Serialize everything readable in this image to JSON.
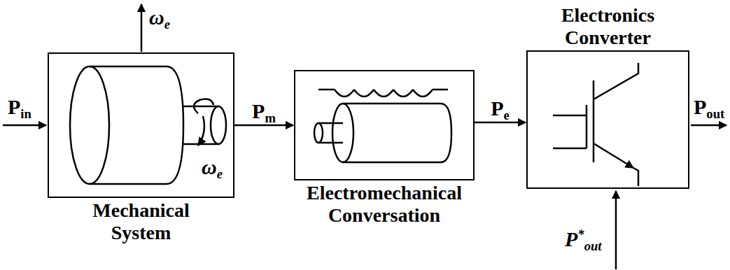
{
  "diagram": {
    "nodes": [
      {
        "text": [
          "Mechanical System"
        ]
      },
      {
        "text": [
          "Electromechanical Conversation"
        ]
      },
      {
        "text": [
          "Electronics Converter"
        ]
      }
    ],
    "edges": [
      {
        "from": 0,
        "to": 1,
        "arrow": "to",
        "label": "Pm"
      },
      {
        "from": 1,
        "to": 2,
        "arrow": "to",
        "label": "Pe"
      }
    ],
    "labels": [
      "Pin",
      "ωe",
      "ωe",
      "Pout",
      "P*out"
    ]
  }
}
